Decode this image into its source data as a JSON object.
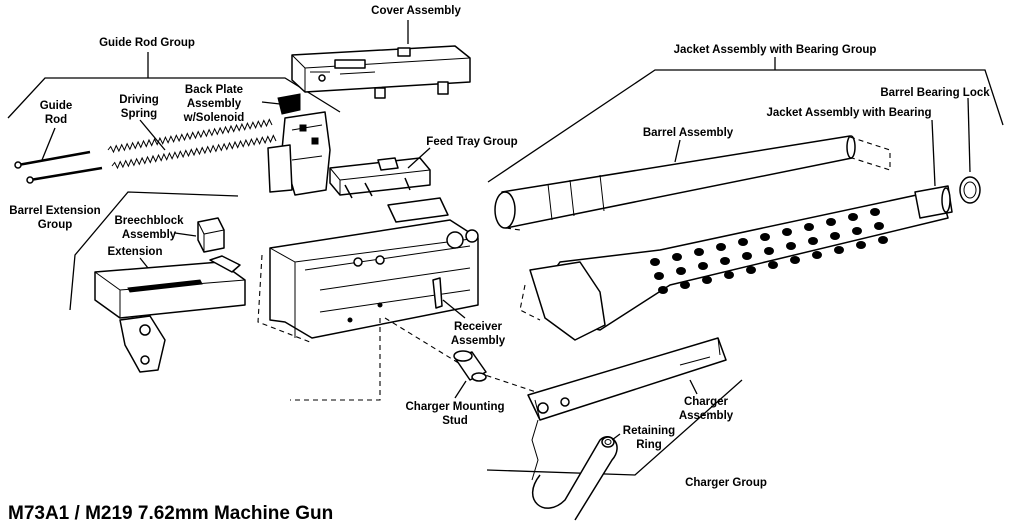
{
  "title": "M73A1 / M219 7.62mm Machine Gun",
  "labels": {
    "cover_assembly": "Cover Assembly",
    "guide_rod_group": "Guide Rod Group",
    "guide_rod": [
      "Guide",
      "Rod"
    ],
    "driving_spring": [
      "Driving",
      "Spring"
    ],
    "back_plate": [
      "Back Plate",
      "Assembly",
      "w/Solenoid"
    ],
    "feed_tray_group": "Feed Tray Group",
    "jacket_assembly_with_bearing_group": "Jacket Assembly with Bearing Group",
    "barrel_bearing_lock": "Barrel Bearing Lock",
    "jacket_assembly_with_bearing": "Jacket Assembly with Bearing",
    "barrel_assembly": "Barrel Assembly",
    "barrel_extension_group": [
      "Barrel Extension",
      "Group"
    ],
    "breechblock_assembly": [
      "Breechblock",
      "Assembly"
    ],
    "extension": "Extension",
    "receiver_assembly": [
      "Receiver",
      "Assembly"
    ],
    "charger_mounting_stud": [
      "Charger Mounting",
      "Stud"
    ],
    "charger_assembly": [
      "Charger",
      "Assembly"
    ],
    "retaining_ring": [
      "Retaining",
      "Ring"
    ],
    "charger_group": "Charger Group"
  }
}
